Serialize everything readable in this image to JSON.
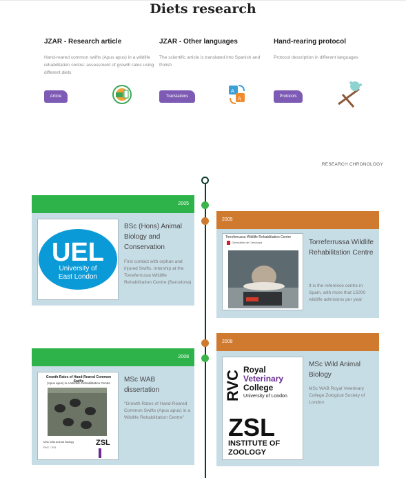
{
  "page": {
    "title": "Diets research"
  },
  "cards": [
    {
      "title": "JZAR - Research article",
      "description": "Hand-reared common swifts (Apus apus) in a wildlife rehabilitation centre: assessment of growth rates using different diets",
      "button": "Article",
      "icon": "article-icon"
    },
    {
      "title": "JZAR - Other languages",
      "description": "The scientific article is translated into Spanish and Polish",
      "button": "Translations",
      "icon": "translations-icon"
    },
    {
      "title": "Hand-rearing protocol",
      "description": "Protocol description in different languages",
      "button": "Protocols",
      "icon": "protocol-icon"
    }
  ],
  "chronology": {
    "label": "RESEARCH CHRONOLOGY",
    "entries": [
      {
        "side": "left",
        "year": "2005",
        "title": "BSc (Hons) Animal Biology and Conservation",
        "description": "First contact with orphan and injured Swifts. Intership at the Torreferrussa Wildlife Rehabilitation Centre (Barcelona)",
        "logo": {
          "big": "UEL",
          "line1": "University of",
          "line2": "East London"
        }
      },
      {
        "side": "right",
        "year": "2005",
        "title": "Torreferrussa Wildlife Rehabilitation Centre",
        "description": "It is the reference centre in Spain, with more that 15000 wildlife admisions per year",
        "photo_caption": "Torreferrussa Wildlife Rehabilitation Centre",
        "photo_sub": "Generalitat de Catalunya"
      },
      {
        "side": "left",
        "year": "2008",
        "title": "MSc WAB dissertation",
        "description": "\"Growth Rates of Hand-Reared Common Swifts (Apus apus) in a Wildlife Rehabilitation Centre\"",
        "poster_title": "Growth Rates of Hand-Reared Common Swifts",
        "poster_sub": "(Apus apus) in a Wildlife Rehabilitation Centre",
        "poster_foot1": "MSc Wild Animal Biology",
        "poster_foot2": "RVC / ZSL"
      },
      {
        "side": "right",
        "year": "2008",
        "title": "MSc Wild Animal Biology",
        "description": "MSc WAB Royal Veterinary College Zological Society of London",
        "logo_rvc": {
          "mark": "RVC",
          "line1": "Royal",
          "line2": "Veterinary",
          "line3": "College",
          "line4": "University of London"
        },
        "logo_zsl": {
          "mark": "ZSL",
          "line1": "INSTITUTE OF",
          "line2": "ZOOLOGY"
        }
      }
    ]
  },
  "colors": {
    "purple": "#7d5bb5",
    "green": "#2db34a",
    "orange": "#d07a30",
    "panel": "#c7dde6",
    "uel_blue": "#0a9ad8",
    "rvc_purple": "#6a2c91"
  }
}
